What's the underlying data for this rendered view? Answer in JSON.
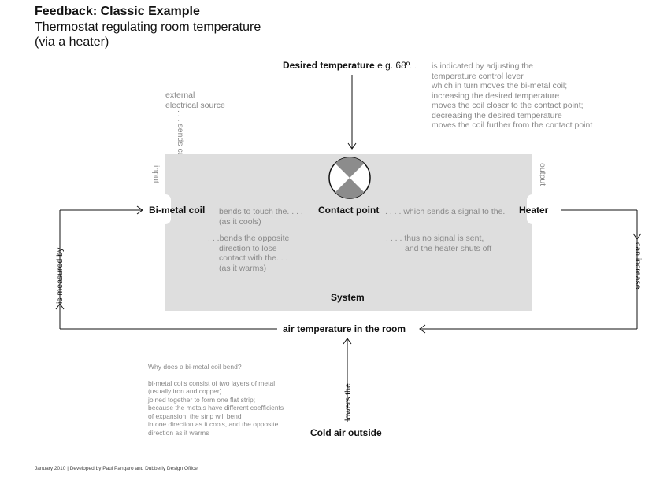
{
  "header": {
    "title": "Feedback: Classic Example",
    "subtitle_line1": "Thermostat regulating room temperature",
    "subtitle_line2": "(via a heater)"
  },
  "desired": {
    "label_bold": "Desired temperature",
    "label_example": "e.g. 68º",
    "dots": ". . ",
    "lines": [
      "is indicated by adjusting the",
      "temperature control lever",
      "which in turn moves the bi-metal coil;",
      "increasing the desired temperature",
      "moves the coil closer to the contact point;",
      "decreasing the desired temperature",
      "moves the coil further from the contact point"
    ]
  },
  "external": {
    "line1": "external",
    "line2": "electrical source",
    "sends": ". . . sends current to . . ."
  },
  "system": {
    "label": "System",
    "input_label": "input",
    "output_label": "output"
  },
  "nodes": {
    "bimetal": "Bi-metal coil",
    "contact": "Contact point",
    "heater": "Heater",
    "air": "air temperature in the room",
    "cold": "Cold air outside"
  },
  "annotations": {
    "bends_touch": "bends to touch the. . . .",
    "as_it_cools": "(as it cools)",
    "bends_opposite_1": ". . .bends the opposite",
    "bends_opposite_2": "direction to lose",
    "bends_opposite_3": "contact with the. . .",
    "bends_opposite_4": "(as it warms)",
    "sends_signal": ". . . . which sends a signal to the.",
    "no_signal_1": ". . . . thus no signal is sent,",
    "no_signal_2": "and the heater shuts off",
    "is_measured_by": "is measured by",
    "can_increase": "can increase",
    "lowers_the": "lowers the"
  },
  "explanation": {
    "question": "Why does a bi-metal coil bend?",
    "lines": [
      "bi-metal coils consist of two layers of metal",
      "(usually iron and copper)",
      "joined together to form one flat strip;",
      "because the metals have different coefficients",
      "of expansion, the strip will bend",
      "in one direction as it cools, and the opposite",
      "direction as it warms"
    ]
  },
  "footer": {
    "credit": "January 2010 | Developed by Paul Pangaro and Dubberly Design Office"
  },
  "colors": {
    "system_fill": "#dedede",
    "annotation_gray": "#888888",
    "line": "#111111",
    "dial_dark": "#8c8c8c"
  }
}
